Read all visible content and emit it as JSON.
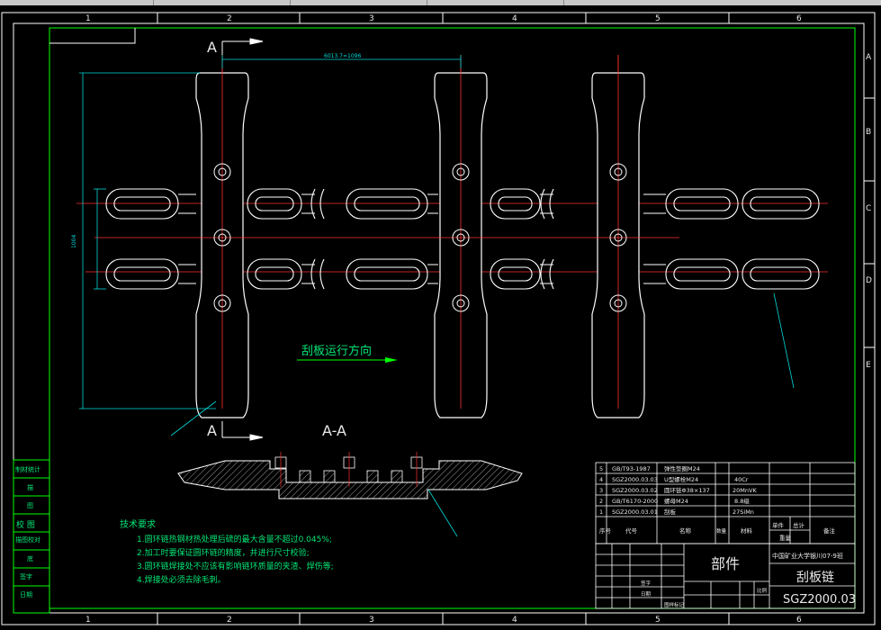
{
  "zones": [
    "1",
    "2",
    "3",
    "4",
    "5",
    "6"
  ],
  "rows": [
    "A",
    "B",
    "C",
    "D",
    "E"
  ],
  "section": {
    "mark": "A",
    "title": "A-A"
  },
  "dims": {
    "pitch": "6013.7=1096",
    "height": "1004"
  },
  "direction_label": "刮板运行方向",
  "tech_title": "技术要求",
  "tech_notes": [
    "1.圆环链热钢材热处理后硫的最大含量不超过0.045%;",
    "2.加工时要保证圆环链的精度，并进行尺寸校验;",
    "3.圆环链焊接处不应该有影响链环质量的夹渣、焊伤等;",
    "4.焊接处必须去除毛刺。"
  ],
  "left_labels": [
    "制材统计",
    "描",
    "图",
    "校 图",
    "描图校对",
    "底",
    "签字",
    "日期"
  ],
  "bom": [
    {
      "no": "5",
      "code": "GB/T93-1987",
      "name": "弹性垫圈M24",
      "qty": "",
      "mat": ""
    },
    {
      "no": "4",
      "code": "SGZ2000.03.03",
      "name": "U型螺栓M24",
      "qty": "",
      "mat": "40Cr"
    },
    {
      "no": "3",
      "code": "SGZ2000.03.02",
      "name": "圆环链Φ38×137",
      "qty": "",
      "mat": "20MnVK"
    },
    {
      "no": "2",
      "code": "GB/T6170-2000",
      "name": "螺母M24",
      "qty": "",
      "mat": "8.8级"
    },
    {
      "no": "1",
      "code": "SGZ2000.03.01",
      "name": "刮板",
      "qty": "",
      "mat": "27SiMn"
    }
  ],
  "bom_header": {
    "no": "序号",
    "code": "代号",
    "name": "名称",
    "qty": "数量",
    "mat": "材料",
    "unit": "单件",
    "total": "总计",
    "weight": "重量",
    "note": "备注"
  },
  "title_block": {
    "part": "部件",
    "school": "中国矿业大学银川07-9班",
    "name": "刮板链",
    "drawing_no": "SGZ2000.03",
    "mark": "签字",
    "date": "日期",
    "scale": "比例",
    "sheet": "图样标记"
  }
}
